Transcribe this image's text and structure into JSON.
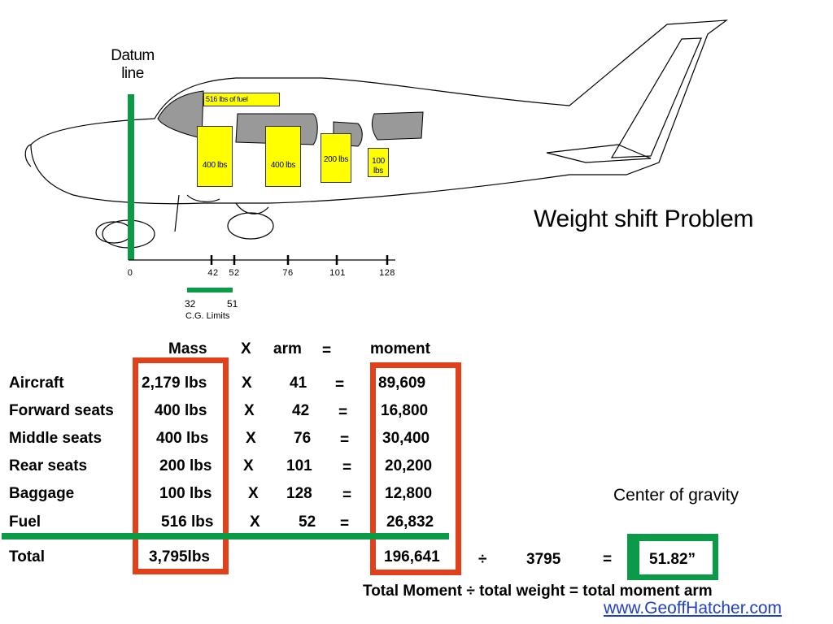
{
  "diagram": {
    "datum_line_label": "Datum\nline",
    "title": "Weight shift Problem",
    "fuel_box": "516 lbs of fuel",
    "seat_boxes": [
      "400 lbs",
      "400 lbs",
      "200 lbs",
      "100\nlbs"
    ],
    "axis_ticks": [
      "0",
      "42",
      "52",
      "76",
      "101",
      "128"
    ],
    "cg_limits": {
      "low": "32",
      "high": "51",
      "label": "C.G. Limits"
    }
  },
  "table": {
    "headers": {
      "mass": "Mass",
      "x": "X",
      "arm": "arm",
      "eq": "=",
      "moment": "moment"
    },
    "rows": [
      {
        "label": "Aircraft",
        "mass": "2,179 lbs",
        "x": "X",
        "arm": "41",
        "eq": "=",
        "moment": "89,609"
      },
      {
        "label": "Forward seats",
        "mass": "400 lbs",
        "x": "X",
        "arm": "42",
        "eq": "=",
        "moment": "16,800"
      },
      {
        "label": "Middle seats",
        "mass": "400 lbs",
        "x": "X",
        "arm": "76",
        "eq": "=",
        "moment": "30,400"
      },
      {
        "label": "Rear seats",
        "mass": "200 lbs",
        "x": "X",
        "arm": "101",
        "eq": "=",
        "moment": "20,200"
      },
      {
        "label": "Baggage",
        "mass": "100 lbs",
        "x": "X",
        "arm": "128",
        "eq": "=",
        "moment": "12,800"
      },
      {
        "label": "Fuel",
        "mass": "516 lbs",
        "x": "X",
        "arm": "52",
        "eq": "=",
        "moment": "26,832"
      }
    ],
    "total": {
      "label": "Total",
      "mass": "3,795lbs",
      "moment": "196,641"
    }
  },
  "calculation": {
    "divide": "÷",
    "weight": "3795",
    "equals": "=",
    "result": "51.82”",
    "cog_label": "Center of gravity",
    "formula": "Total Moment ÷ total weight  = total moment arm"
  },
  "footer": {
    "link": "www.GeoffHatcher.com"
  },
  "colors": {
    "red": "#e0401a",
    "green": "#0a9a48",
    "yellow": "#ffff00",
    "link": "#1f3fc9"
  }
}
